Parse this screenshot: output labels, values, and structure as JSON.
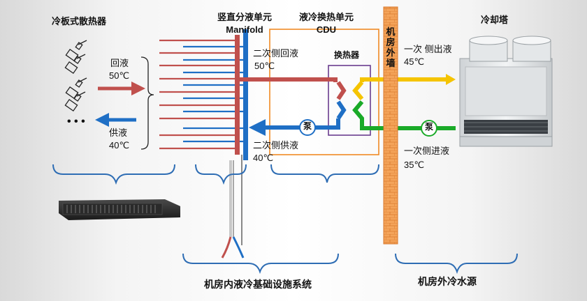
{
  "labels": {
    "cold_plate": "冷板式散热器",
    "manifold_cn": "竖直分液单元",
    "manifold_en": "Manifold",
    "cdu_cn": "液冷换热单元",
    "cdu_en": "CDU",
    "cooling_tower": "冷却塔",
    "wall": [
      "机",
      "房",
      "外",
      "墙"
    ],
    "heat_exchanger": "换热器",
    "return_label": "回液",
    "return_temp": "50℃",
    "supply_label": "供液",
    "supply_temp": "40℃",
    "secondary_return": "二次侧回液",
    "secondary_return_temp": "50℃",
    "secondary_supply": "二次侧供液",
    "secondary_supply_temp": "40℃",
    "primary_out": "一次 侧出液",
    "primary_out_temp": "45℃",
    "primary_in": "一次侧进液",
    "primary_in_temp": "35℃",
    "pump": "泵",
    "ellipsis": "• • •",
    "indoor_system": "机房内液冷基础设施系统",
    "outdoor_source": "机房外冷水源"
  },
  "colors": {
    "hot": "#c0504d",
    "cold": "#1f6fc5",
    "primary_hot": "#f5c400",
    "primary_cold": "#1aaa28",
    "box_orange": "#f08a24",
    "box_purple": "#6a3d8f",
    "brace_blue": "#2e6db4",
    "wall_fill": "#f4a45a"
  }
}
